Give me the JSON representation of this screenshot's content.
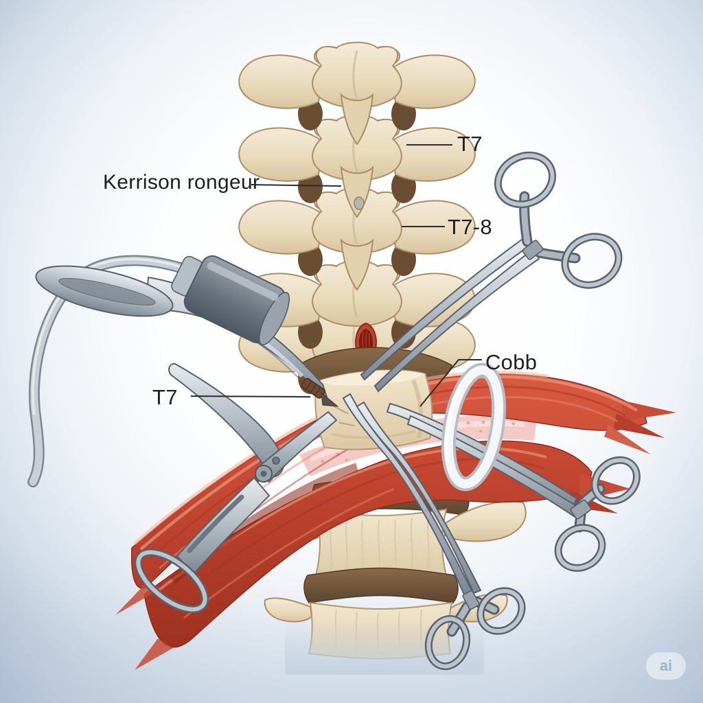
{
  "labels": {
    "kerrison_rongeur": "Kerrison rongeur",
    "t7_upper": "T7",
    "t7_8": "T7-8",
    "cobb": "Cobb",
    "t7_lower_left": "T7"
  },
  "watermark": "ai",
  "palette": {
    "background_edge": "#8fa8c6",
    "background_center": "#ffffff",
    "bone": "#ecdfc2",
    "bone_shadow": "#cdb794",
    "disc_brown": "#6e5138",
    "spinal_canal_red": "#7c1e12",
    "muscle_red": "#c64b36",
    "muscle_highlight": "#ef9d82",
    "fascia_pink": "#f3cac5",
    "metal_gray": "#aeb7bf",
    "metal_dark": "#6b747e",
    "cobb_ring_white": "#f4f6f8",
    "label_color": "#1e1e1e",
    "watermark_color": "#9fb4c8"
  }
}
